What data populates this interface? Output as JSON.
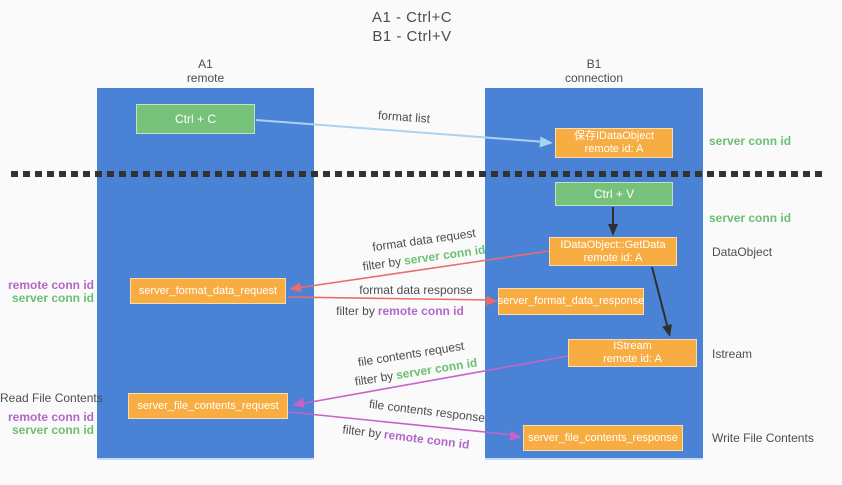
{
  "title": {
    "line1": "A1 - Ctrl+C",
    "line2": "B1 - Ctrl+V"
  },
  "columns": {
    "left": {
      "header_line1": "A1",
      "header_line2": "remote"
    },
    "right": {
      "header_line1": "B1",
      "header_line2": "connection"
    }
  },
  "boxes": {
    "ctrl_c": {
      "label": "Ctrl + C"
    },
    "save_dataobject": {
      "line1": "保存IDataObject",
      "line2": "remote id: A"
    },
    "ctrl_v": {
      "label": "Ctrl + V"
    },
    "getdata": {
      "line1": "IDataObject::GetData",
      "line2": "remote id: A"
    },
    "istream": {
      "line1": "IStream",
      "line2": "remote id: A"
    },
    "format_request": {
      "label": "server_format_data_request"
    },
    "format_response": {
      "label": "server_format_data_response"
    },
    "file_request": {
      "label": "server_file_contents_request"
    },
    "file_response": {
      "label": "server_file_contents_response"
    }
  },
  "side_labels": {
    "right": {
      "server_conn_id_1": "server conn id",
      "server_conn_id_2": "server conn id",
      "dataobject": "DataObject",
      "istream": "Istream",
      "write_file_contents": "Write File Contents"
    },
    "left": {
      "remote_conn_id_1": "remote conn id",
      "server_conn_id_1": "server conn id",
      "read_file_contents": "Read File Contents",
      "remote_conn_id_2": "remote conn id",
      "server_conn_id_2": "server conn id"
    }
  },
  "arrow_labels": {
    "format_list": "format list",
    "format_data_request": "format data request",
    "format_data_response": "format data response",
    "file_contents_request": "file contents request",
    "file_contents_response": "file contents response",
    "filter_by": "filter by",
    "server_conn_id": "server conn id",
    "remote_conn_id": "remote conn id"
  },
  "colors": {
    "lane_blue": "#4a82d6",
    "box_orange": "#f8ad43",
    "box_green": "#77c27b",
    "arrow_lightblue": "#a9d3ee",
    "arrow_red": "#ed6a6a",
    "arrow_magenta": "#c763c7",
    "arrow_black": "#2f2f2f",
    "divider": "#333333",
    "label_green": "#6cbf73",
    "label_purple": "#b168c9",
    "text_dark": "#4d4d4d"
  }
}
